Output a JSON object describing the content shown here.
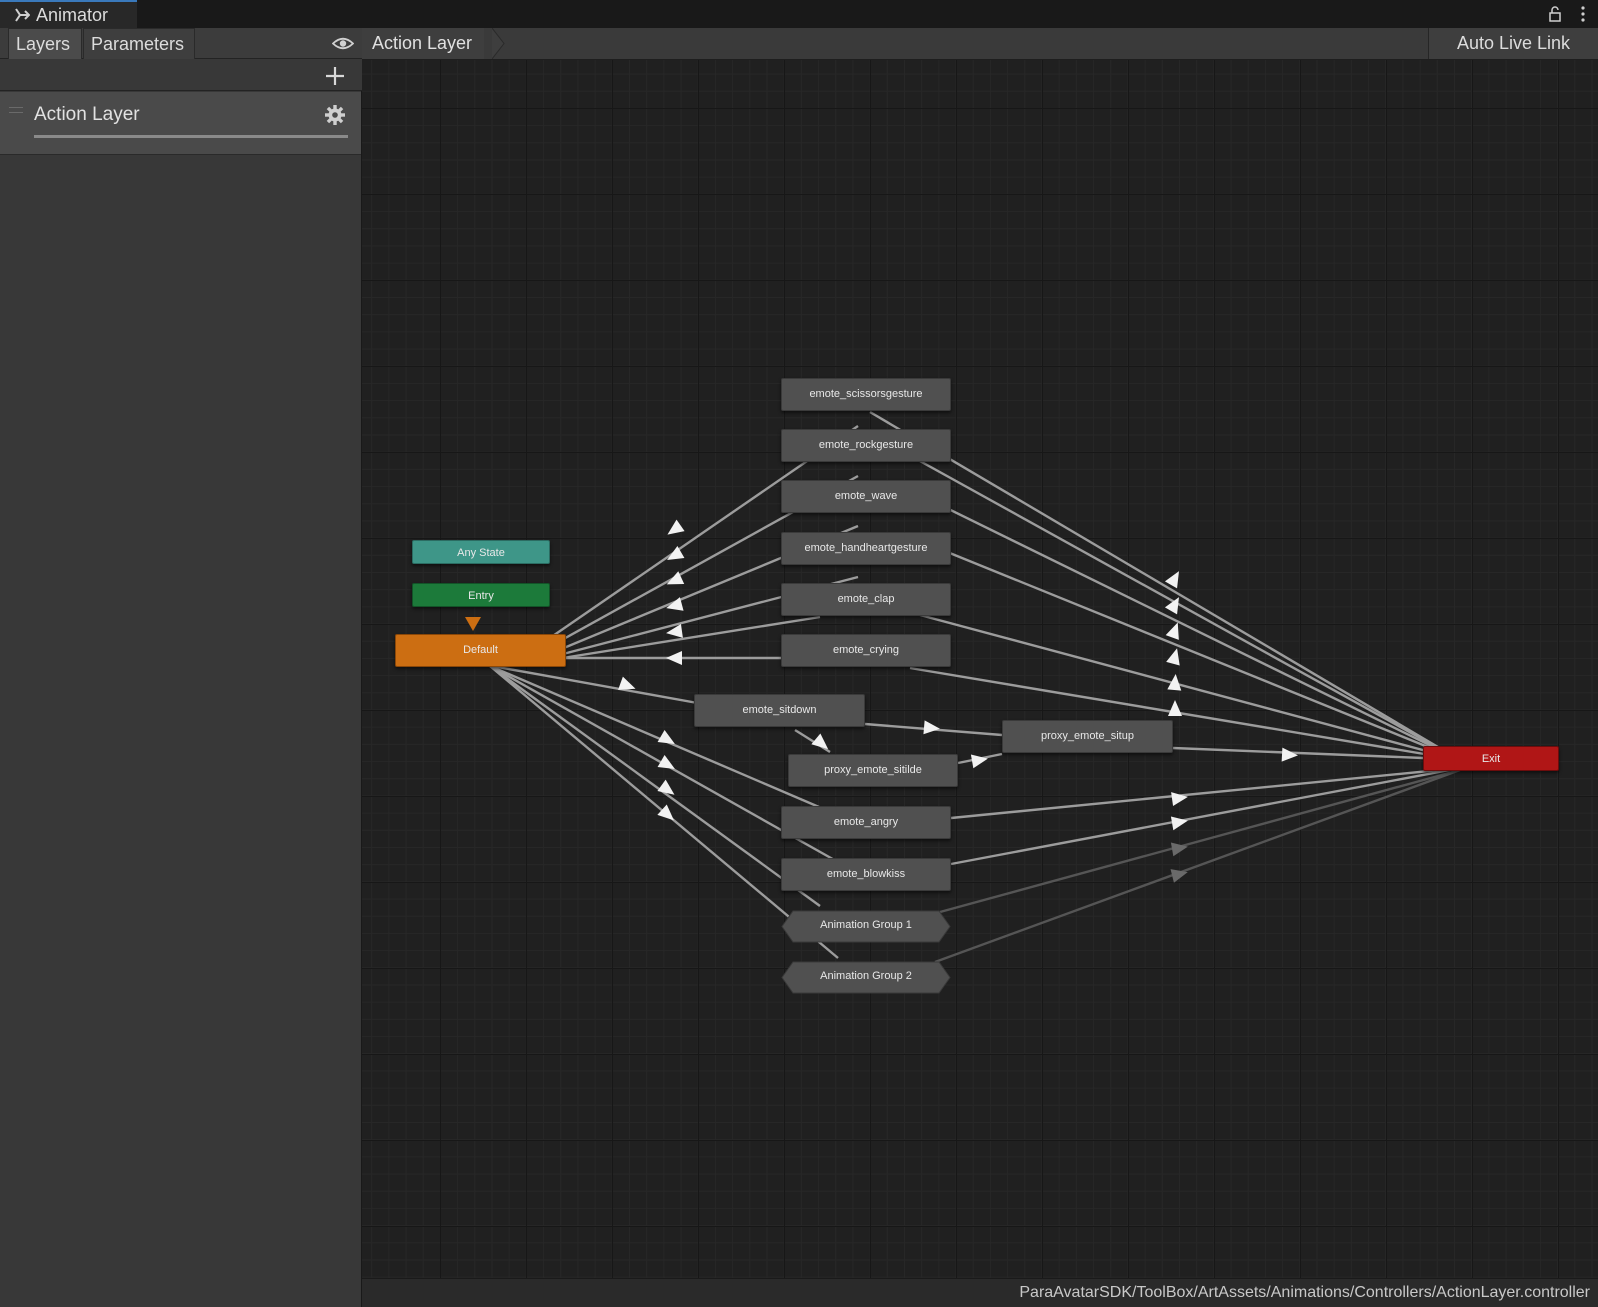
{
  "window": {
    "title": "Animator"
  },
  "left_panel": {
    "tabs": [
      "Layers",
      "Parameters"
    ],
    "active_tab": "Layers",
    "layers": [
      {
        "name": "Action Layer"
      }
    ]
  },
  "graph": {
    "breadcrumb": "Action Layer",
    "auto_live_link": "Auto Live Link",
    "status_path": "ParaAvatarSDK/ToolBox/ArtAssets/Animations/Controllers/ActionLayer.controller",
    "special_states": {
      "any_state": "Any State",
      "entry": "Entry",
      "default": "Default",
      "exit": "Exit"
    },
    "states": [
      "emote_scissorsgesture",
      "emote_rockgesture",
      "emote_wave",
      "emote_handheartgesture",
      "emote_clap",
      "emote_crying",
      "emote_sitdown",
      "proxy_emote_sitilde",
      "proxy_emote_situp",
      "emote_angry",
      "emote_blowkiss"
    ],
    "state_machines": [
      "Animation Group 1",
      "Animation Group 2"
    ]
  },
  "colors": {
    "any_state": "#3e9688",
    "entry": "#1c7a3a",
    "default": "#cc6e12",
    "exit": "#b01616",
    "state": "#505050",
    "transition": "#9a9a9a"
  }
}
